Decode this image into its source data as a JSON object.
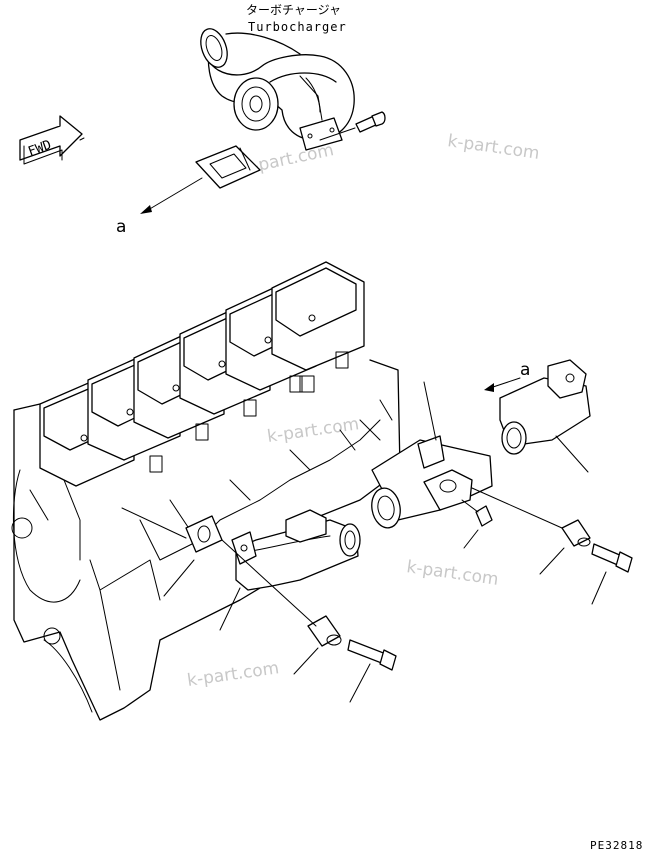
{
  "turbocharger": {
    "label_jp": "ターボチャージャ",
    "label_en": "Turbocharger"
  },
  "fwd_arrow": {
    "label": "FWD"
  },
  "callouts": {
    "a_left": "a",
    "a_right": "a"
  },
  "watermarks": [
    "k-part.com",
    "k-part.com",
    "k-part.com",
    "k-part.com",
    "k-part.com"
  ],
  "drawing_code": "PE32818"
}
